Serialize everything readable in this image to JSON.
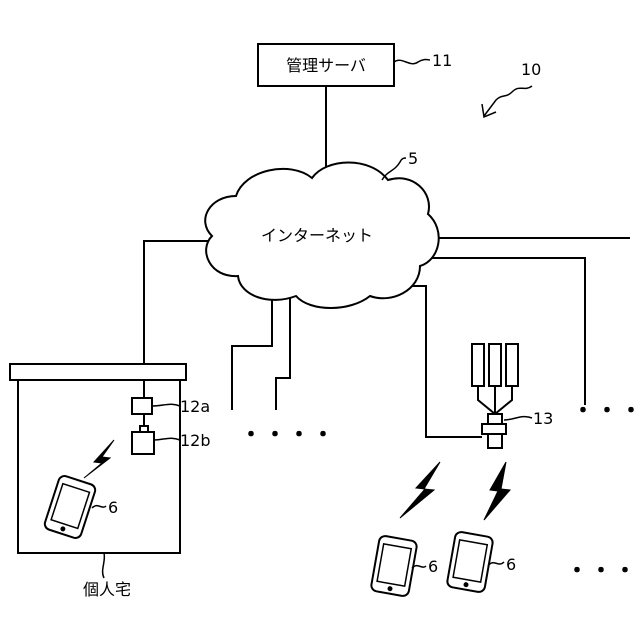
{
  "figure": {
    "system_ref": "10",
    "server": {
      "label": "管理サーバ",
      "ref": "11"
    },
    "network": {
      "label": "インターネット",
      "ref": "5"
    },
    "home": {
      "label": "個人宅",
      "device_a_ref": "12a",
      "device_b_ref": "12b",
      "phone_ref": "6"
    },
    "base_station": {
      "ref": "13"
    },
    "phones": [
      {
        "ref": "6"
      },
      {
        "ref": "6"
      }
    ],
    "ellipsis": "・・・・"
  }
}
